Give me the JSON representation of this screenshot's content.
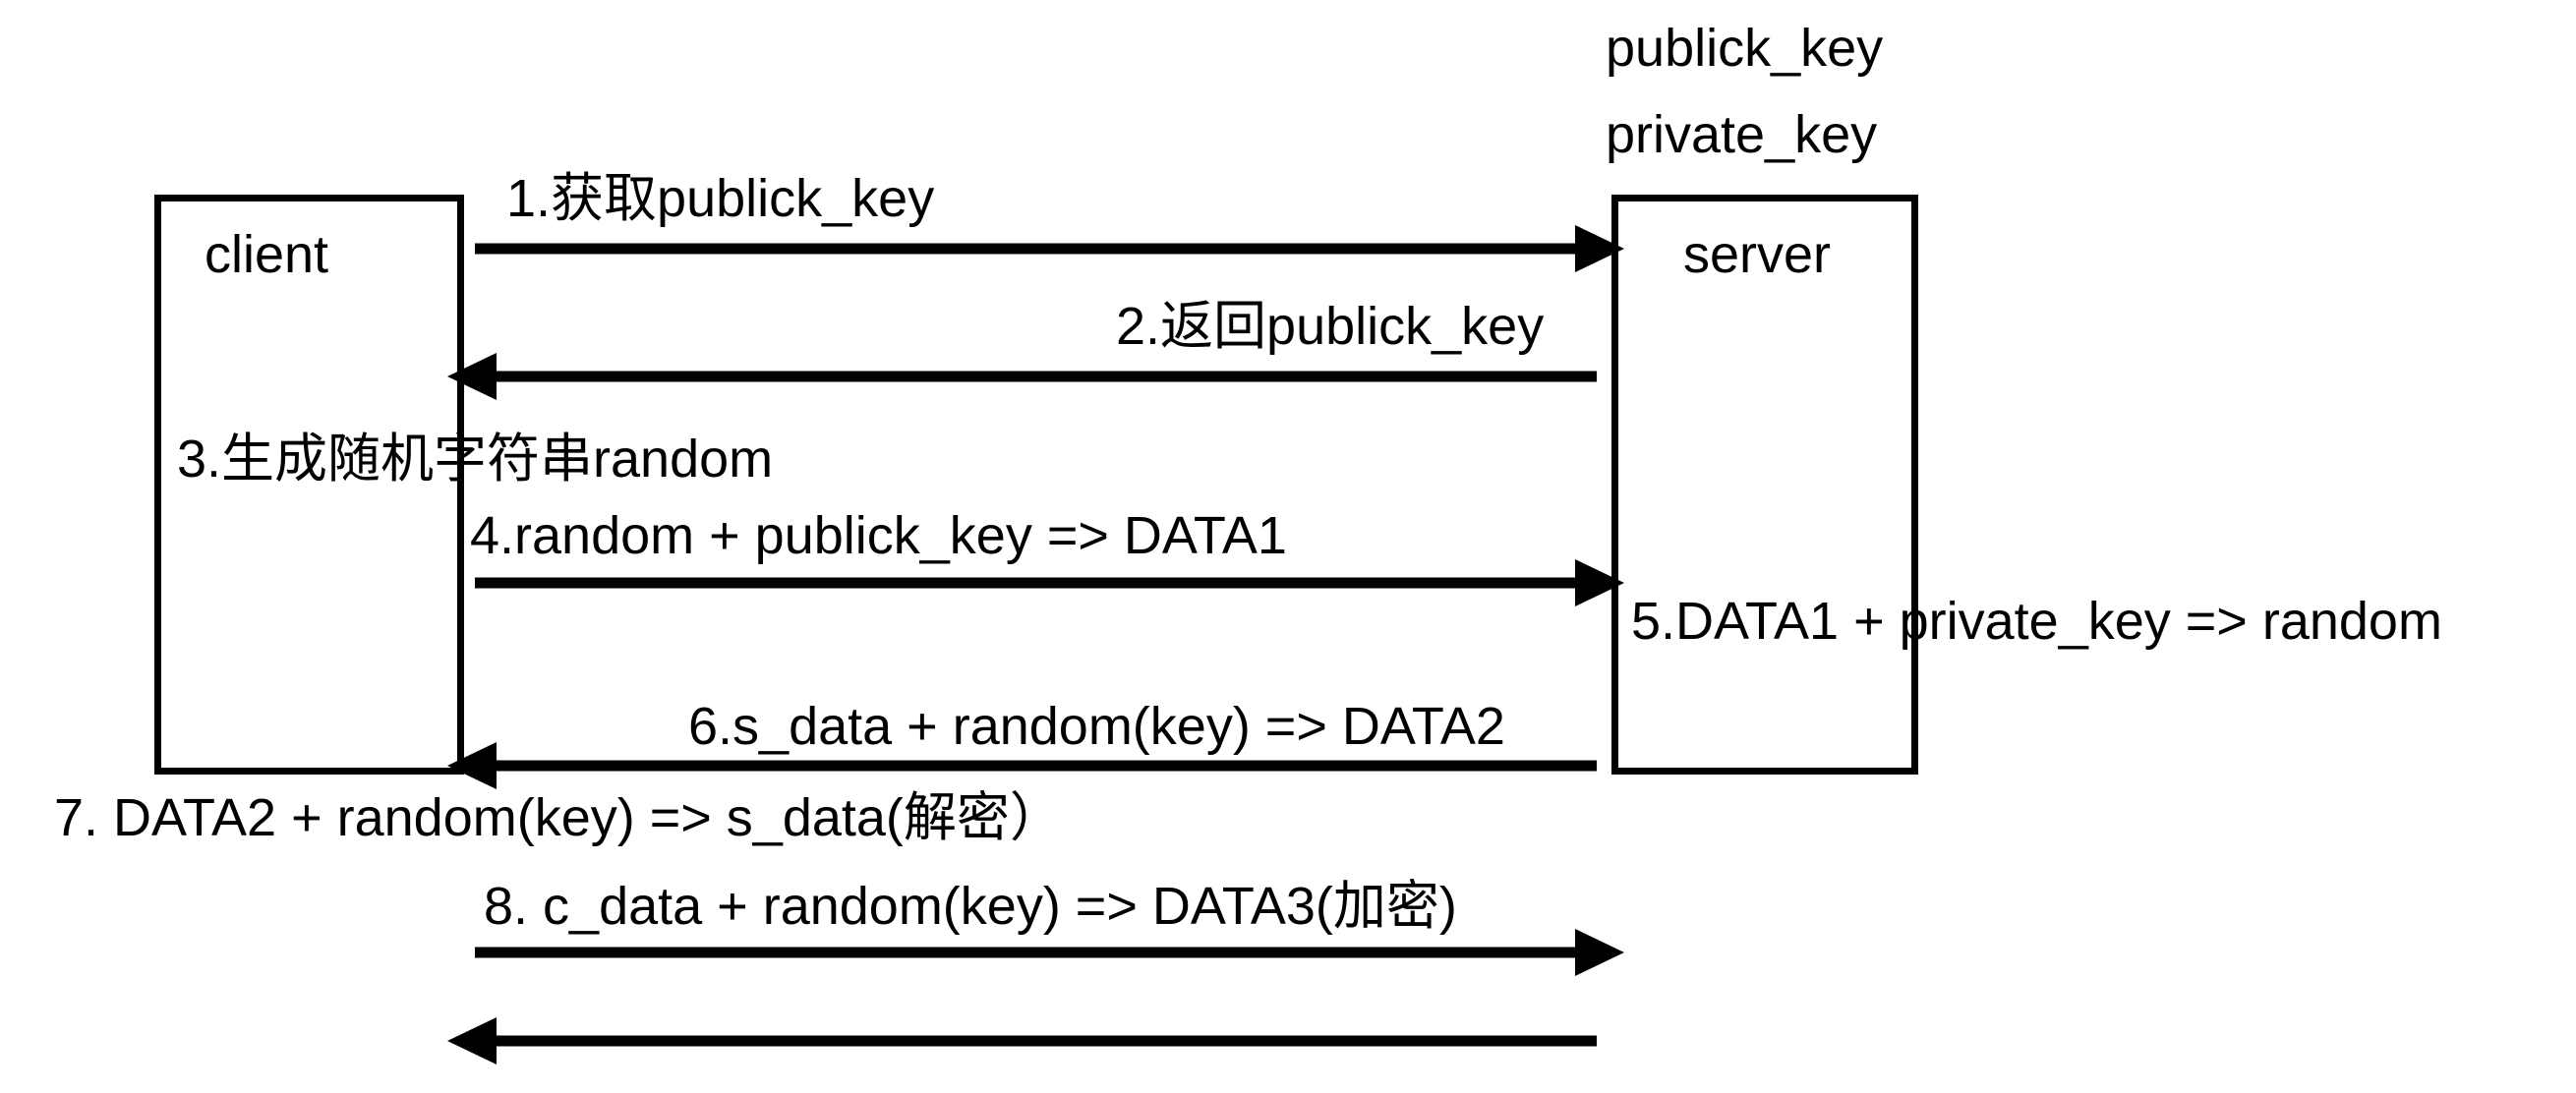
{
  "diagram": {
    "title": "HTTPS handshake sequence diagram",
    "type": "sequence",
    "stroke_color": "#000000",
    "background_color": "#ffffff",
    "nodes": [
      {
        "id": "client",
        "label": "client"
      },
      {
        "id": "server",
        "label": "server"
      }
    ],
    "server_keys": [
      {
        "label": "publick_key"
      },
      {
        "label": "private_key"
      }
    ],
    "steps": [
      {
        "number": "1",
        "text": "1.获取publick_key",
        "from": "client",
        "to": "server",
        "direction": "right"
      },
      {
        "number": "2",
        "text": "2.返回publick_key",
        "from": "server",
        "to": "client",
        "direction": "left"
      },
      {
        "number": "3",
        "text": "3.生成随机字符串random",
        "from": "client",
        "to": "client",
        "direction": "none"
      },
      {
        "number": "4",
        "text": "4.random + publick_key => DATA1",
        "from": "client",
        "to": "server",
        "direction": "right"
      },
      {
        "number": "5",
        "text": "5.DATA1 + private_key => random",
        "from": "server",
        "to": "server",
        "direction": "none"
      },
      {
        "number": "6",
        "text": "6.s_data + random(key) => DATA2",
        "from": "server",
        "to": "client",
        "direction": "left"
      },
      {
        "number": "7",
        "text": "7. DATA2 + random(key) => s_data(解密）",
        "from": "client",
        "to": "client",
        "direction": "none"
      },
      {
        "number": "8",
        "text": "8. c_data + random(key) => DATA3(加密)",
        "from": "client",
        "to": "server",
        "direction": "right"
      },
      {
        "number": "9",
        "text": "",
        "from": "server",
        "to": "client",
        "direction": "left"
      }
    ]
  }
}
